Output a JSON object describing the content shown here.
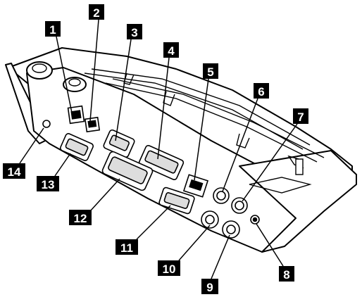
{
  "figure": {
    "device_illustration": "docking-station",
    "line_color": "#000000",
    "fill_color": "#ffffff",
    "callout_color": "#000000",
    "callout_text_color": "#ffffff"
  },
  "callouts": [
    {
      "id": 1,
      "label": "1"
    },
    {
      "id": 2,
      "label": "2"
    },
    {
      "id": 3,
      "label": "3"
    },
    {
      "id": 4,
      "label": "4"
    },
    {
      "id": 5,
      "label": "5"
    },
    {
      "id": 6,
      "label": "6"
    },
    {
      "id": 7,
      "label": "7"
    },
    {
      "id": 8,
      "label": "8"
    },
    {
      "id": 9,
      "label": "9"
    },
    {
      "id": 10,
      "label": "10"
    },
    {
      "id": 11,
      "label": "11"
    },
    {
      "id": 12,
      "label": "12"
    },
    {
      "id": 13,
      "label": "13"
    },
    {
      "id": 14,
      "label": "14"
    }
  ]
}
